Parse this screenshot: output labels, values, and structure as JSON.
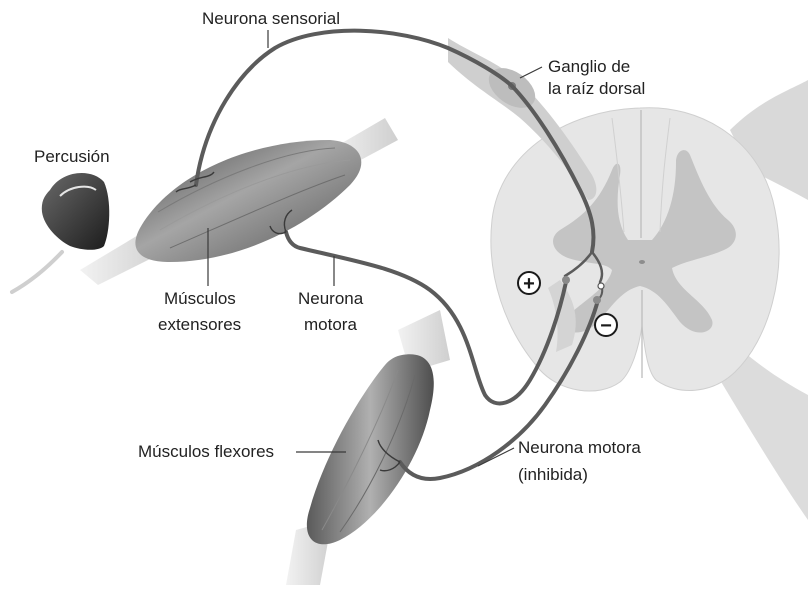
{
  "labels": {
    "sensory_neuron": "Neurona sensorial",
    "ganglion_line1": "Ganglio de",
    "ganglion_line2": "la raíz dorsal",
    "percussion": "Percusión",
    "extensors_line1": "Músculos",
    "extensors_line2": "extensores",
    "motor_neuron_line1": "Neurona",
    "motor_neuron_line2": "motora",
    "flexors": "Músculos flexores",
    "inhibited_line1": "Neurona motora",
    "inhibited_line2": "(inhibida)",
    "plus_sign": "+",
    "minus_sign": "−"
  },
  "colors": {
    "cord": "#e9e9e9",
    "grey_matter": "#c4c4c4",
    "muscle_dark": "#585858",
    "muscle_light": "#a8a8a8",
    "nerve": "#5b5b5b"
  }
}
